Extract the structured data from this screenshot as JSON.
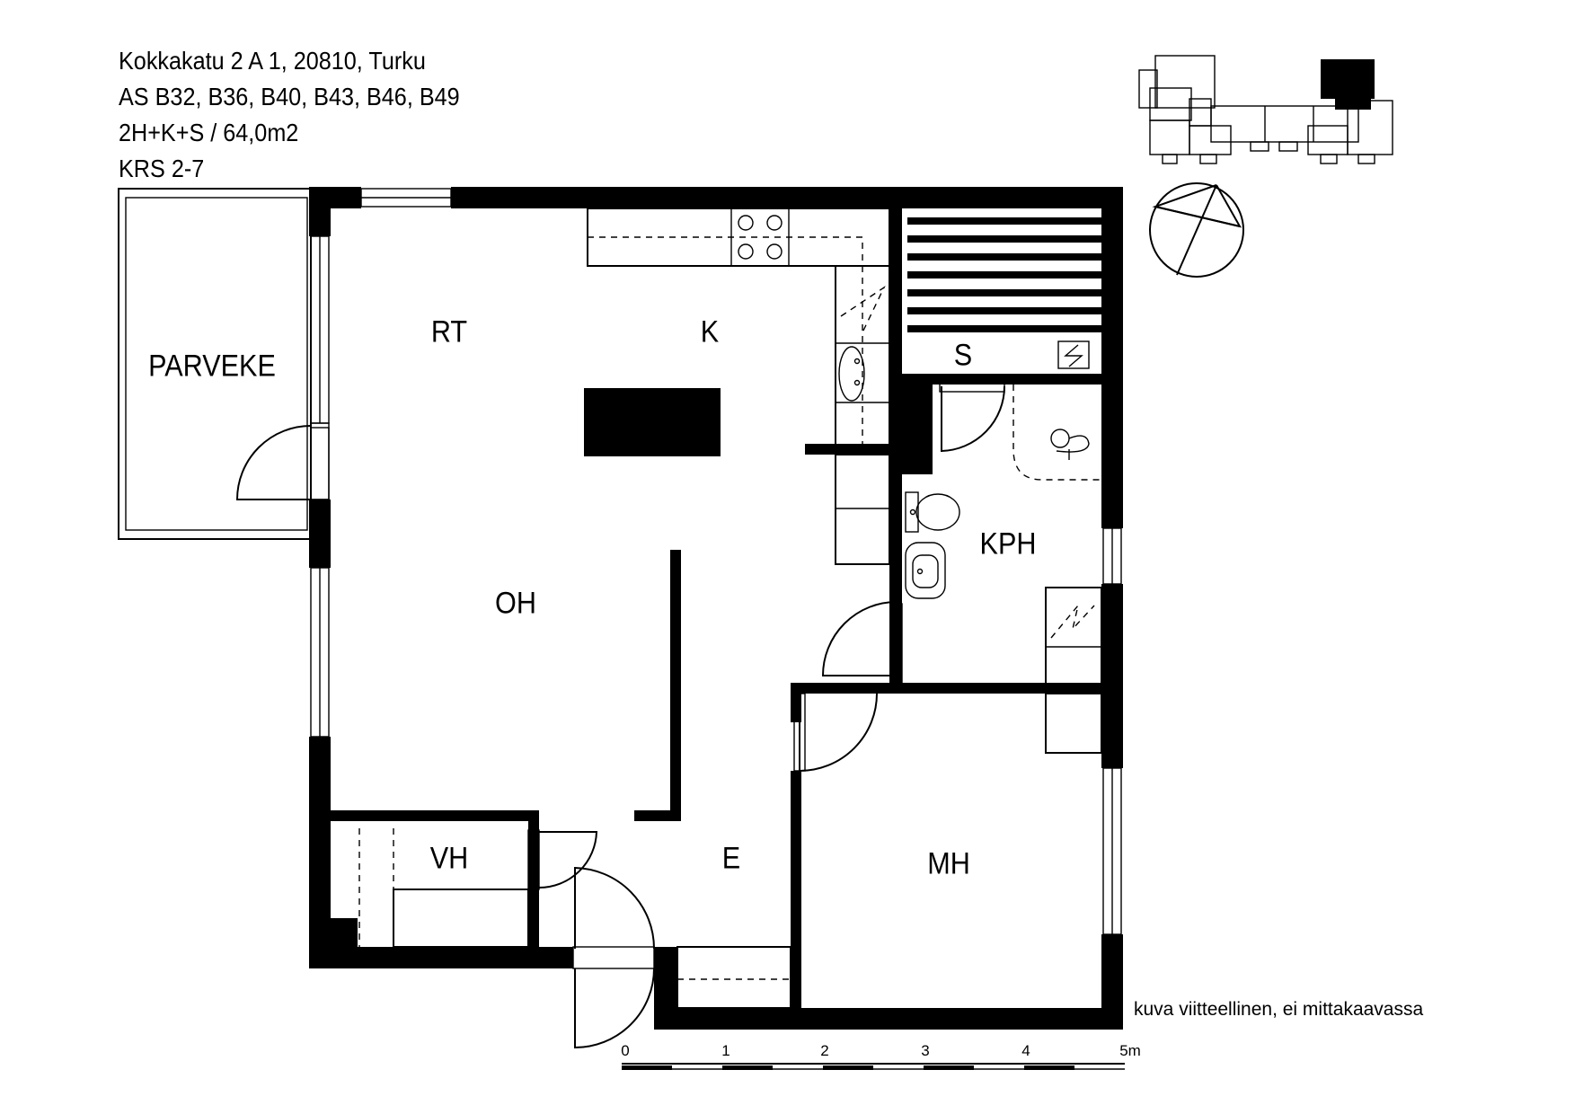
{
  "header": {
    "address": "Kokkakatu 2 A 1, 20810, Turku",
    "units": "AS B32, B36, B40, B43, B46, B49",
    "layout": "2H+K+S / 64,0m2",
    "floors": "KRS 2-7"
  },
  "rooms": {
    "balcony": "PARVEKE",
    "dining": "RT",
    "kitchen": "K",
    "sauna": "S",
    "living": "OH",
    "bathroom": "KPH",
    "closet": "VH",
    "entrance": "E",
    "bedroom": "MH"
  },
  "note": "kuva viitteellinen, ei mittakaavassa",
  "scale": {
    "ticks": [
      "0",
      "1",
      "2",
      "3",
      "4",
      "5m"
    ]
  },
  "icons": [
    "electric-stove-icon",
    "compass-icon",
    "key-plan-icon",
    "shower-icon",
    "toilet-icon",
    "washbasin-icon",
    "sink-icon"
  ]
}
